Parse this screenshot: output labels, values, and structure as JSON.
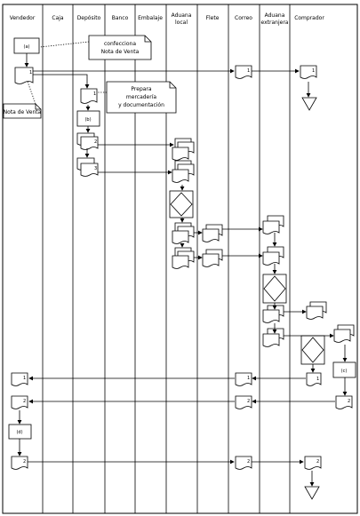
{
  "lanes": {
    "vendedor": "Vendedor",
    "caja": "Caja",
    "deposito": "Depósito",
    "banco": "Banco",
    "embalaje": "Embalaje",
    "aduana_local_1": "Aduana",
    "aduana_local_2": "local",
    "flete": "Flete",
    "correo": "Correo",
    "aduana_ext_1": "Aduana",
    "aduana_ext_2": "extranjera",
    "comprador": "Comprador"
  },
  "notes": {
    "confecciona_1": "confecciona",
    "confecciona_2": "Nota de Venta",
    "nota_de_venta": "Nota de Venta",
    "prepara_1": "Prepara",
    "prepara_2": "mercadería",
    "prepara_3": "y documentación"
  },
  "steps": {
    "a": "(a)",
    "b": "(b)",
    "c": "(c)",
    "d": "(d)"
  },
  "doc_marks": {
    "one": "1",
    "two": "2",
    "three": "3"
  }
}
